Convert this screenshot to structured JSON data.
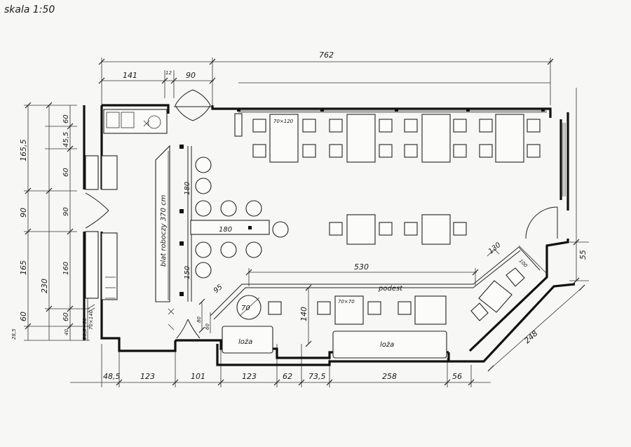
{
  "scale_label": "skala 1:50",
  "top_dims": {
    "overall": "762",
    "a": "141",
    "b": "12",
    "c": "90"
  },
  "left_dims": {
    "outer": [
      "165,5",
      "90",
      "230",
      "28,5"
    ],
    "middle": [
      "165",
      "60"
    ],
    "inner": [
      "60",
      "45,5",
      "60",
      "90",
      "160",
      "60",
      "40"
    ],
    "tiny": [
      "50",
      "28,5"
    ]
  },
  "bottom_dims": [
    "48,5",
    "123",
    "101",
    "123",
    "62",
    "73,5",
    "258",
    "56"
  ],
  "right_dims": {
    "r55": "55",
    "diag248": "248"
  },
  "labels": {
    "bar_counter": "blat roboczy 370 cm",
    "bar180v": "180",
    "bar180h": "180",
    "bar150": "150",
    "podest": "podest",
    "podest530": "530",
    "podest140": "140",
    "podest95": "95",
    "podest70": "70",
    "loza1": "loża",
    "loza2": "loża",
    "table70x120": "70×120",
    "table70x70": "70×70",
    "table70x140": "70×140",
    "dim130": "130",
    "dim100": "100",
    "dim80": "80",
    "dim60": "60"
  }
}
